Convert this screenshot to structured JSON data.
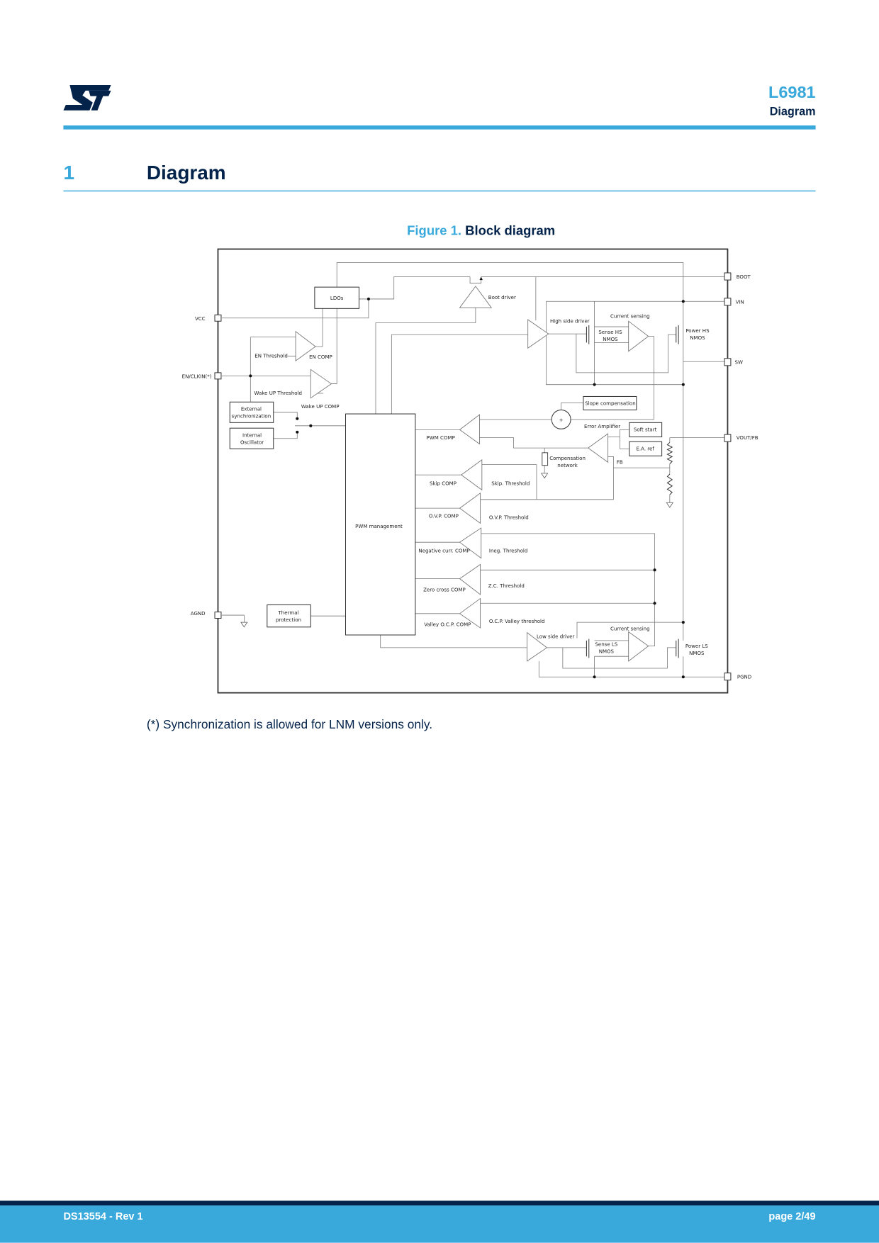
{
  "header": {
    "logo_text": "ST",
    "doc_title": "L6981",
    "section_name": "Diagram"
  },
  "section": {
    "number": "1",
    "title": "Diagram"
  },
  "figure": {
    "label": "Figure 1.",
    "title": "Block diagram"
  },
  "diagram": {
    "pins": {
      "vcc": "VCC",
      "en_clkin": "EN/CLKIN(*)",
      "agnd": "AGND",
      "boot": "BOOT",
      "vin": "VIN",
      "sw": "SW",
      "vout_fb": "VOUT/FB",
      "pgnd": "PGND"
    },
    "blocks": {
      "ldos": "LDOs",
      "ext_sync_1": "External",
      "ext_sync_2": "synchronization",
      "int_osc_1": "Internal",
      "int_osc_2": "Oscillator",
      "pwm_management": "PWM management",
      "thermal_1": "Thermal",
      "thermal_2": "protection",
      "slope_comp": "Slope compensation",
      "soft_start": "Soft start",
      "ea_ref": "E.A. ref",
      "summer": "+"
    },
    "labels": {
      "boot_driver": "Boot driver",
      "en_threshold": "EN Threshold",
      "en_comp": "EN COMP",
      "wake_threshold": "Wake UP Threshold",
      "wake_comp": "Wake UP COMP",
      "high_side_driver": "High side driver",
      "current_sensing_hs": "Current sensing",
      "sense_hs_1": "Sense HS",
      "sense_hs_2": "NMOS",
      "power_hs_1": "Power HS",
      "power_hs_2": "NMOS",
      "error_amp": "Error Amplifier",
      "comp_net_1": "Compensation",
      "comp_net_2": "network",
      "fb": "FB",
      "pwm_comp": "PWM COMP",
      "skip_comp": "Skip COMP",
      "skip_threshold": "Skip. Threshold",
      "ovp_comp": "O.V.P. COMP",
      "ovp_threshold": "O.V.P. Threshold",
      "neg_comp": "Negative curr. COMP",
      "neg_threshold": "Ineg. Threshold",
      "zc_comp": "Zero cross COMP",
      "zc_threshold": "Z.C. Threshold",
      "valley_comp": "Valley O.C.P. COMP",
      "valley_threshold": "O.C.P. Valley threshold",
      "low_side_driver": "Low side driver",
      "current_sensing_ls": "Current sensing",
      "sense_ls_1": "Sense LS",
      "sense_ls_2": "NMOS",
      "power_ls_1": "Power LS",
      "power_ls_2": "NMOS"
    }
  },
  "footnote": "(*) Synchronization is allowed for LNM versions only.",
  "footer": {
    "doc_rev": "DS13554 - Rev 1",
    "page": "page 2/49"
  },
  "colors": {
    "accent": "#39a9dc",
    "navy": "#03234b"
  }
}
